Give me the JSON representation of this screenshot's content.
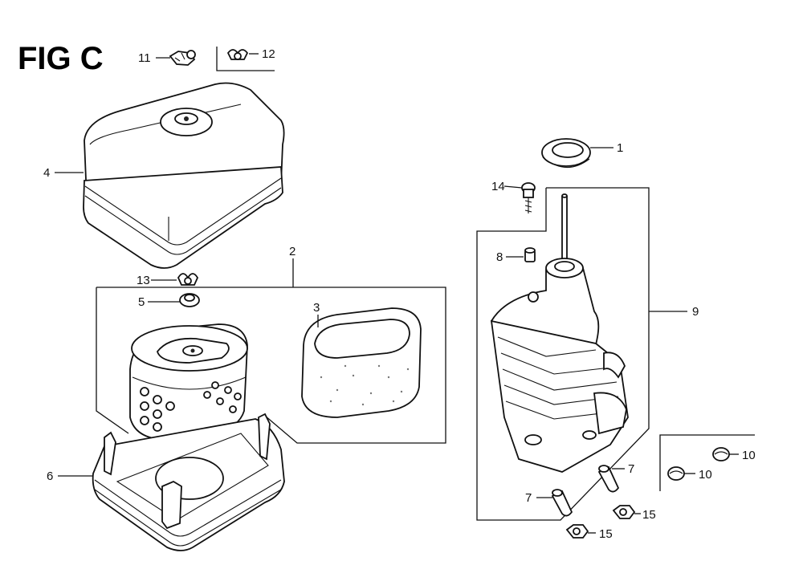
{
  "figure": {
    "title": "FIG C"
  },
  "callouts": {
    "c1": "1",
    "c2": "2",
    "c3": "3",
    "c4": "4",
    "c5": "5",
    "c6": "6",
    "c7a": "7",
    "c7b": "7",
    "c8": "8",
    "c9": "9",
    "c10a": "10",
    "c10b": "10",
    "c11": "11",
    "c12": "12",
    "c13": "13",
    "c14": "14",
    "c15a": "15",
    "c15b": "15"
  }
}
